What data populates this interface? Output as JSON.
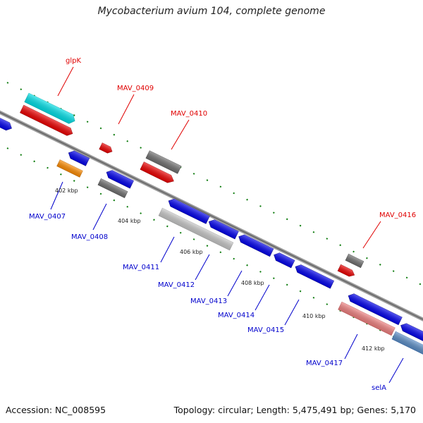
{
  "title": "Mycobacterium avium 104, complete genome",
  "accession": "Accession: NC_008595",
  "summary": "Topology: circular; Length: 5,475,491 bp; Genes: 5,170",
  "colors": {
    "forward_label": "#e00000",
    "reverse_label": "#0000cc",
    "backbone": "#888888",
    "tick": "#0a7a0a"
  },
  "ticks": [
    "402 kbp",
    "404 kbp",
    "406 kbp",
    "408 kbp",
    "410 kbp",
    "412 kbp"
  ],
  "gene_labels": [
    {
      "name": "glpK",
      "strand": "forward"
    },
    {
      "name": "MAV_0409",
      "strand": "forward"
    },
    {
      "name": "MAV_0410",
      "strand": "forward"
    },
    {
      "name": "MAV_0416",
      "strand": "forward"
    },
    {
      "name": "MAV_0407",
      "strand": "reverse"
    },
    {
      "name": "MAV_0408",
      "strand": "reverse"
    },
    {
      "name": "MAV_0411",
      "strand": "reverse"
    },
    {
      "name": "MAV_0412",
      "strand": "reverse"
    },
    {
      "name": "MAV_0413",
      "strand": "reverse"
    },
    {
      "name": "MAV_0414",
      "strand": "reverse"
    },
    {
      "name": "MAV_0415",
      "strand": "reverse"
    },
    {
      "name": "MAV_0417",
      "strand": "reverse"
    },
    {
      "name": "selA",
      "strand": "reverse"
    }
  ]
}
